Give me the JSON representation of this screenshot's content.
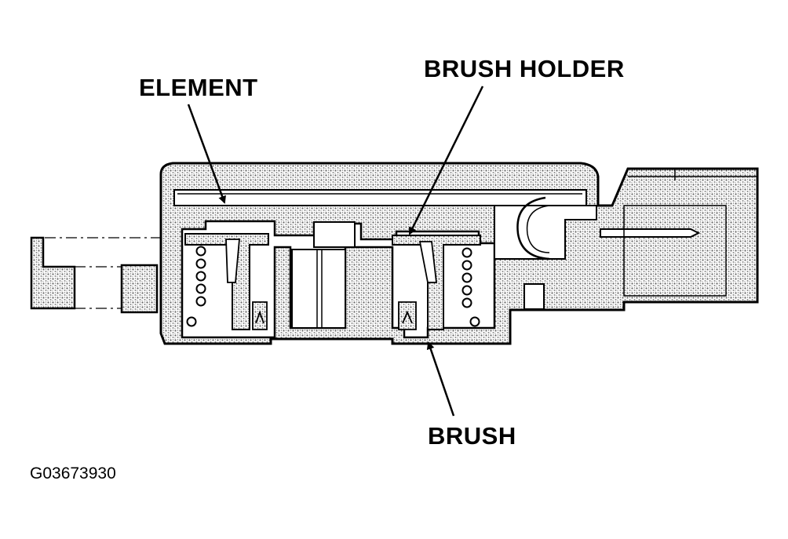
{
  "labels": {
    "element": "ELEMENT",
    "brush_holder": "BRUSH HOLDER",
    "brush": "BRUSH"
  },
  "figure_id": "G03673930",
  "colors": {
    "ink": "#000000",
    "background": "#ffffff",
    "stipple_fill": "#b4b4b4"
  }
}
